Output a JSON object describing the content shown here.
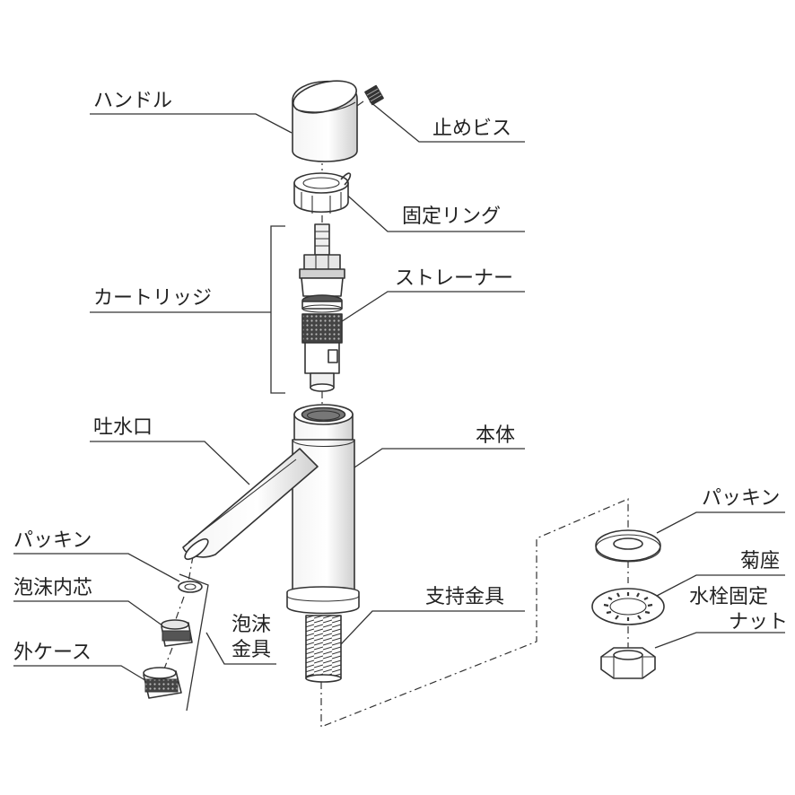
{
  "labels": {
    "handle": "ハンドル",
    "set_screw": "止めビス",
    "fixing_ring": "固定リング",
    "cartridge": "カートリッジ",
    "strainer": "ストレーナー",
    "spout": "吐水口",
    "body": "本体",
    "packing_left": "パッキン",
    "foam_inner_core": "泡沫内芯",
    "outer_case": "外ケース",
    "aerator_line1": "泡沫",
    "aerator_line2": "金具",
    "support_fitting": "支持金具",
    "packing_right": "パッキン",
    "chrysanthemum_seat": "菊座",
    "faucet_nut_line1": "水栓固定",
    "faucet_nut_line2": "ナット"
  },
  "colors": {
    "line": "#333333",
    "fill_light": "#ffffff",
    "fill_mid": "#d9d9d9",
    "fill_dark": "#555555",
    "text": "#222222"
  }
}
